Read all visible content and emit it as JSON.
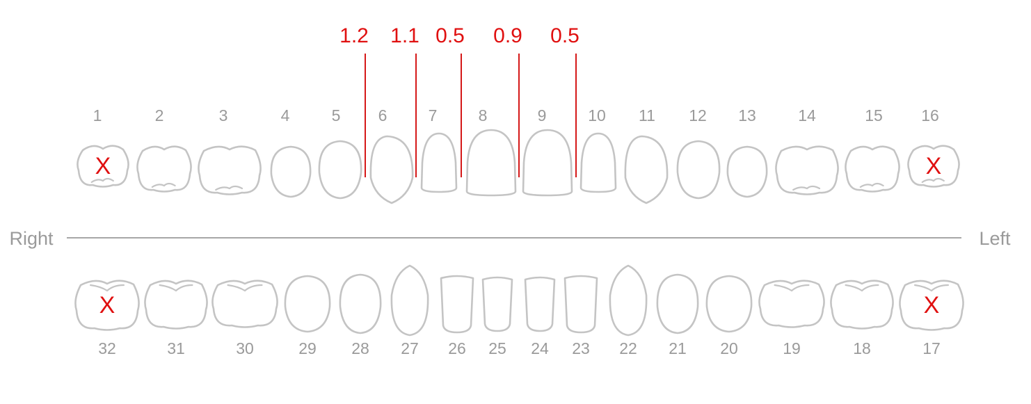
{
  "labels": {
    "right": "Right",
    "left": "Left"
  },
  "colors": {
    "tooth_outline": "#c4c4c4",
    "tooth_number": "#9a9a9a",
    "annotation": "#e01010",
    "midline": "#8a8a8a"
  },
  "missing_mark": "X",
  "upper_teeth": [
    {
      "number": "1",
      "type": "molar",
      "missing": true
    },
    {
      "number": "2",
      "type": "molar",
      "missing": false
    },
    {
      "number": "3",
      "type": "molar",
      "missing": false
    },
    {
      "number": "4",
      "type": "premolar",
      "missing": false
    },
    {
      "number": "5",
      "type": "premolar",
      "missing": false
    },
    {
      "number": "6",
      "type": "canine",
      "missing": false
    },
    {
      "number": "7",
      "type": "lateral-incisor",
      "missing": false
    },
    {
      "number": "8",
      "type": "central-incisor",
      "missing": false
    },
    {
      "number": "9",
      "type": "central-incisor",
      "missing": false
    },
    {
      "number": "10",
      "type": "lateral-incisor",
      "missing": false
    },
    {
      "number": "11",
      "type": "canine",
      "missing": false
    },
    {
      "number": "12",
      "type": "premolar",
      "missing": false
    },
    {
      "number": "13",
      "type": "premolar",
      "missing": false
    },
    {
      "number": "14",
      "type": "molar",
      "missing": false
    },
    {
      "number": "15",
      "type": "molar",
      "missing": false
    },
    {
      "number": "16",
      "type": "molar",
      "missing": true
    }
  ],
  "lower_teeth": [
    {
      "number": "32",
      "type": "molar",
      "missing": true
    },
    {
      "number": "31",
      "type": "molar",
      "missing": false
    },
    {
      "number": "30",
      "type": "molar",
      "missing": false
    },
    {
      "number": "29",
      "type": "premolar",
      "missing": false
    },
    {
      "number": "28",
      "type": "premolar",
      "missing": false
    },
    {
      "number": "27",
      "type": "canine",
      "missing": false
    },
    {
      "number": "26",
      "type": "incisor",
      "missing": false
    },
    {
      "number": "25",
      "type": "incisor",
      "missing": false
    },
    {
      "number": "24",
      "type": "incisor",
      "missing": false
    },
    {
      "number": "23",
      "type": "incisor",
      "missing": false
    },
    {
      "number": "22",
      "type": "canine",
      "missing": false
    },
    {
      "number": "21",
      "type": "premolar",
      "missing": false
    },
    {
      "number": "20",
      "type": "premolar",
      "missing": false
    },
    {
      "number": "19",
      "type": "molar",
      "missing": false
    },
    {
      "number": "18",
      "type": "molar",
      "missing": false
    },
    {
      "number": "17",
      "type": "molar",
      "missing": true
    }
  ],
  "gap_measurements": [
    {
      "between": [
        "5",
        "6"
      ],
      "value": "1.2"
    },
    {
      "between": [
        "6",
        "7"
      ],
      "value": "1.1"
    },
    {
      "between": [
        "7",
        "8"
      ],
      "value": "0.5"
    },
    {
      "between": [
        "8",
        "9"
      ],
      "value": "0.9"
    },
    {
      "between": [
        "9",
        "10"
      ],
      "value": "0.5"
    }
  ]
}
